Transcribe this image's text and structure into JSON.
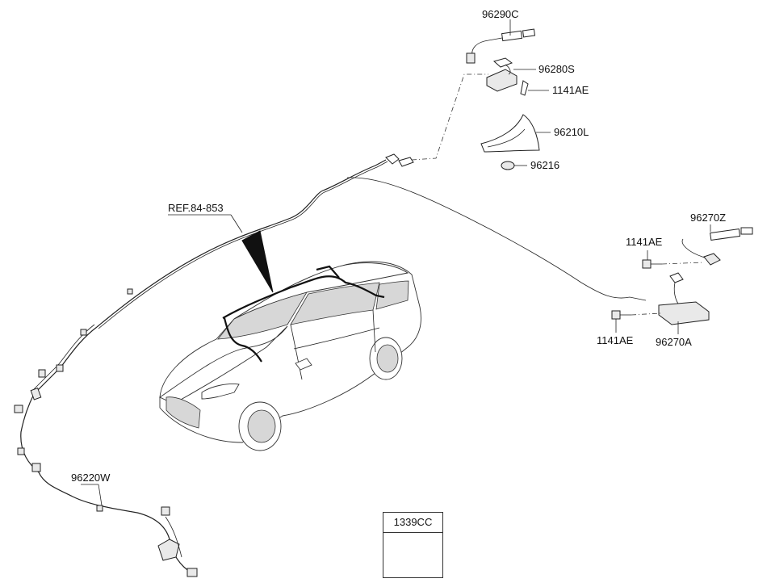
{
  "labels": {
    "p96290C": "96290C",
    "p96280S": "96280S",
    "p1141AE_top": "1141AE",
    "p96210L": "96210L",
    "p96216": "96216",
    "ref": "REF.84-853",
    "p96270Z": "96270Z",
    "p1141AE_mid": "1141AE",
    "p1141AE_low": "1141AE",
    "p96270A": "96270A",
    "p96220W": "96220W",
    "p1339CC": "1339CC"
  }
}
